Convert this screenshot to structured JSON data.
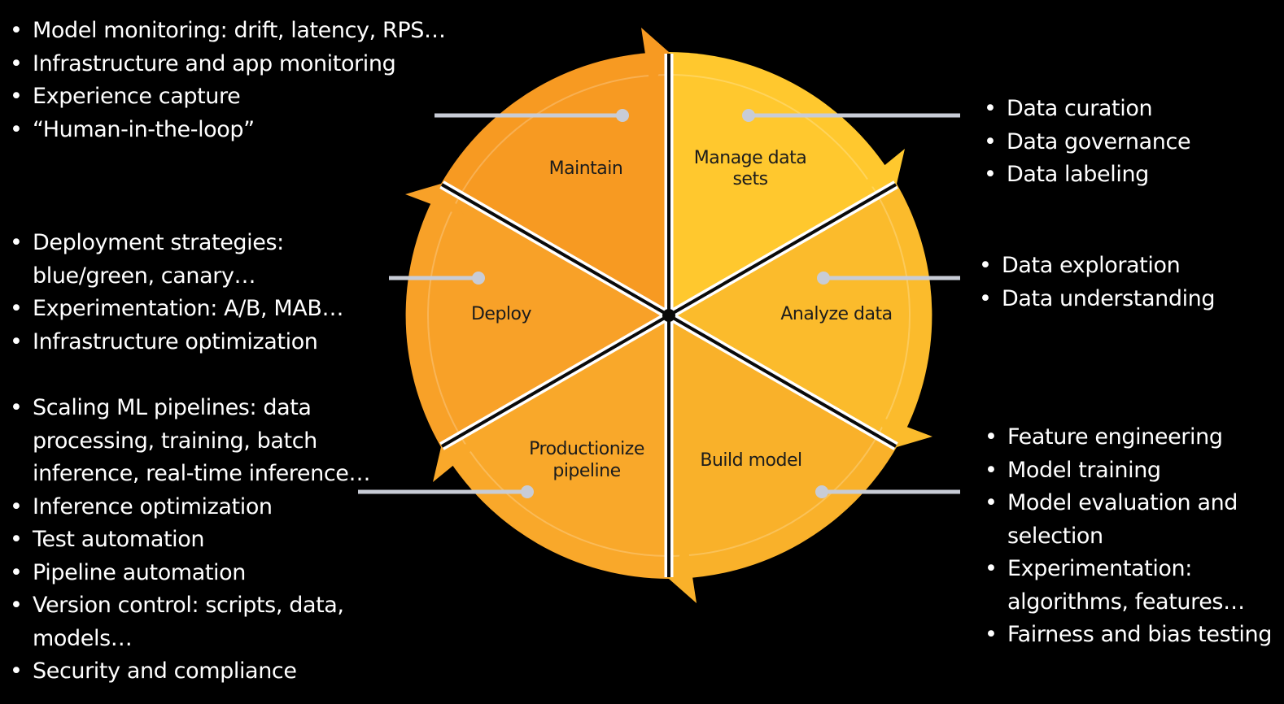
{
  "segments": {
    "maintain": {
      "label": "Maintain",
      "color": "#F79A22",
      "items": [
        "Model monitoring: drift, latency, RPS…",
        "Infrastructure and app monitoring",
        "Experience capture",
        "“Human-in-the-loop”"
      ]
    },
    "manage_data_sets": {
      "label_line1": "Manage data",
      "label_line2": "sets",
      "color": "#FFC82E",
      "items": [
        "Data curation",
        "Data governance",
        "Data labeling"
      ]
    },
    "analyze_data": {
      "label": "Analyze data",
      "color": "#FBBB2C",
      "items": [
        "Data exploration",
        "Data understanding"
      ]
    },
    "build_model": {
      "label": "Build model",
      "color": "#F9B12A",
      "items": [
        "Feature engineering",
        "Model training",
        "Model evaluation and",
        "selection",
        "Experimentation:",
        "algorithms, features…",
        "Fairness and bias testing"
      ]
    },
    "productionize_pipeline": {
      "label_line1": "Productionize",
      "label_line2": "pipeline",
      "color": "#F9A82A",
      "items": [
        "Scaling ML pipelines: data",
        "processing, training, batch",
        "inference, real-time inference…",
        "Inference optimization",
        "Test automation",
        "Pipeline automation",
        "Version control: scripts, data,",
        "models…",
        "Security and compliance"
      ]
    },
    "deploy": {
      "label": "Deploy",
      "color": "#F8A128",
      "items": [
        "Deployment strategies:",
        "blue/green, canary…",
        "Experimentation: A/B, MAB…",
        "Infrastructure optimization"
      ]
    }
  },
  "colors": {
    "background": "#000000",
    "connector_line": "#C8CCD6",
    "divider": "#FFFFFF",
    "text": "#FFFFFF"
  }
}
